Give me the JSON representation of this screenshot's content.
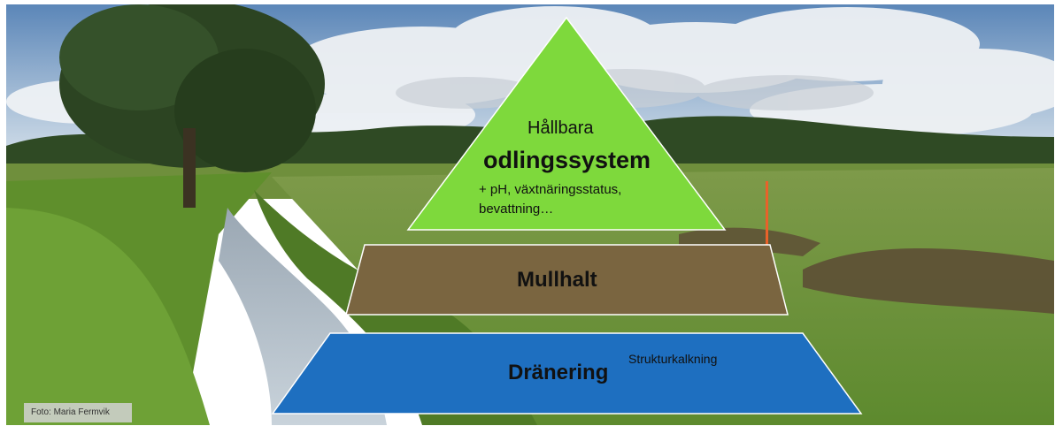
{
  "pyramid": {
    "top": {
      "line1": "Hållbara",
      "line2": "odlingssystem",
      "line3": "+ pH, växtnäringsstatus,",
      "line4": "bevattning…",
      "color": "#7ed93c"
    },
    "middle": {
      "label": "Mullhalt",
      "color": "#7a6540"
    },
    "bottom": {
      "label": "Dränering",
      "superscript": "Strukturkalkning",
      "color": "#1e6fc0"
    }
  },
  "photo_credit": "Foto: Maria Fermvik"
}
